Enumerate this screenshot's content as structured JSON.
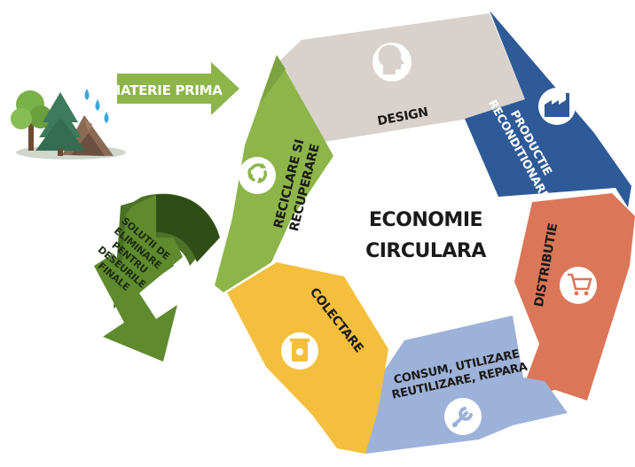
{
  "input_arrow": {
    "label": "MATERIE PRIMA",
    "color": "#8db54a"
  },
  "center": {
    "line1": "ECONOMIE",
    "line2": "CIRCULARA"
  },
  "stages": {
    "design": {
      "label": "DESIGN",
      "icon": "head-icon",
      "color": "#d9d1cc"
    },
    "productie": {
      "line1": "PRODUCTIE",
      "line2": "RECONDITIONARE",
      "icon": "factory-icon",
      "color": "#2e5a97"
    },
    "distributie": {
      "label": "DISTRIBUTIE",
      "icon": "shopping-cart-icon",
      "color": "#dc7659"
    },
    "consum": {
      "line1": "CONSUM, UTILIZARE",
      "line2": "REUTILIZARE, REPARA",
      "icon": "wrench-icon",
      "color": "#9db2d8"
    },
    "colectare": {
      "label": "COLECTARE",
      "icon": "recycle-bin-icon",
      "color": "#f4bf3d"
    },
    "reciclare": {
      "line1": "RECICLARE SI",
      "line2": "RECUPERARE",
      "icon": "recycle-icon",
      "color": "#8db54a"
    }
  },
  "output_arrow": {
    "lines": [
      "SOLUTII DE",
      "ELIMINARE",
      "PENTRU",
      "DESEURILE",
      "FINALE"
    ],
    "color": "#5f8a2e"
  },
  "illustration": {
    "icon": "forest-water-icon"
  }
}
